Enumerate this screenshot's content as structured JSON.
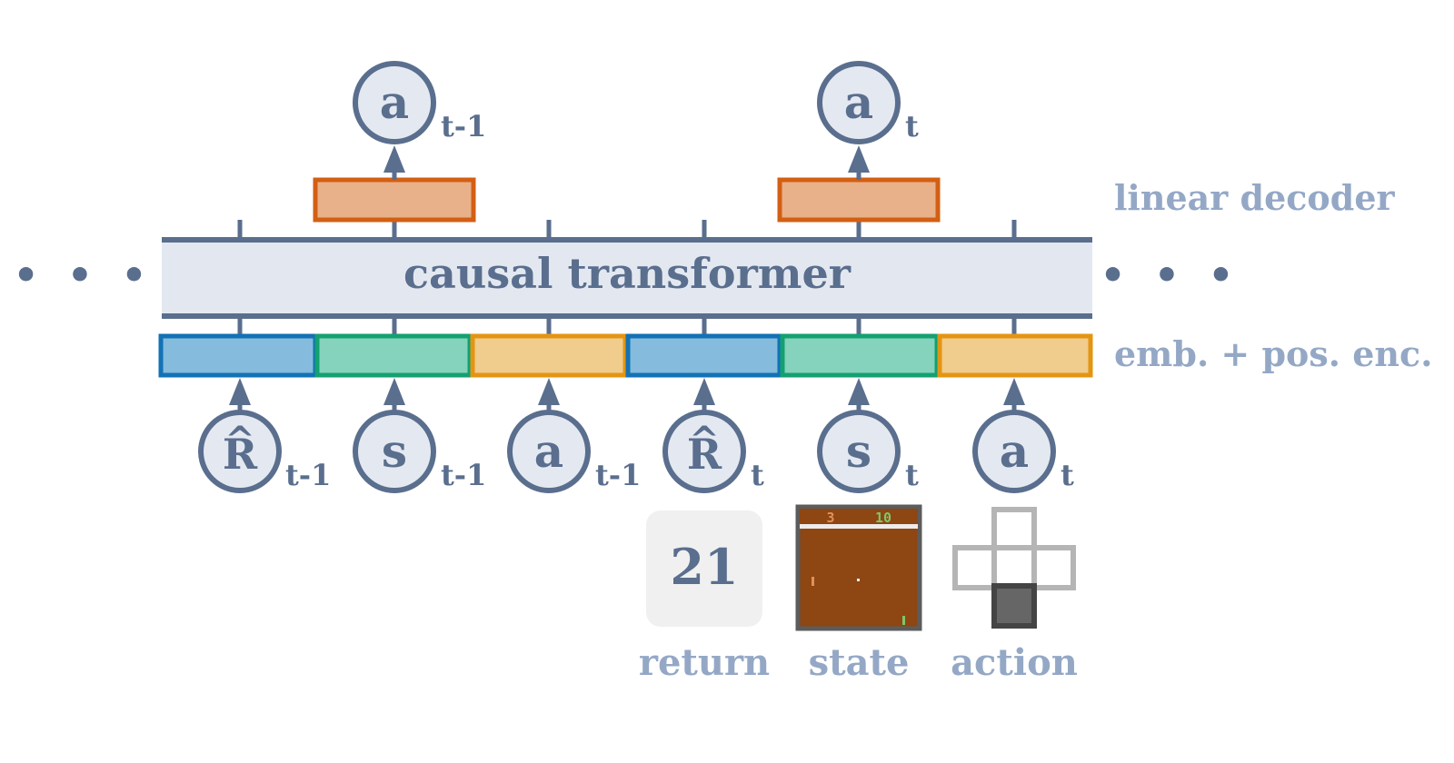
{
  "colors": {
    "line": "#5a6e8e",
    "light_text": "#94a8c6",
    "circle_fill": "#e4e9f1",
    "transformer_fill": "#e3e8f0",
    "return_blue_fill": "#85bbdc",
    "return_blue_stroke": "#1272b5",
    "state_green_fill": "#85d3bc",
    "state_green_stroke": "#14a071",
    "action_yellow_fill": "#f0cc8d",
    "action_yellow_stroke": "#e39512",
    "decoder_fill": "#e8b189",
    "decoder_stroke": "#d35f13",
    "return_card_fill": "#f0f0f0",
    "pong_bg": "#8e4612",
    "pong_border": "#5c5c5c",
    "dpad_outline": "#b5b5b5",
    "dpad_selected": "#666666"
  },
  "transformer": {
    "label": "causal transformer"
  },
  "ellipsis": {
    "left": "• • •",
    "right": "• • •"
  },
  "side_labels": {
    "decoder": "linear decoder",
    "embedding": "emb. + pos. enc."
  },
  "inputs": [
    {
      "symbol": "R",
      "hat": "^",
      "subscript": "t-1",
      "kind": "return"
    },
    {
      "symbol": "s",
      "subscript": "t-1",
      "kind": "state"
    },
    {
      "symbol": "a",
      "subscript": "t-1",
      "kind": "action"
    },
    {
      "symbol": "R",
      "hat": "^",
      "subscript": "t",
      "kind": "return"
    },
    {
      "symbol": "s",
      "subscript": "t",
      "kind": "state"
    },
    {
      "symbol": "a",
      "subscript": "t",
      "kind": "action"
    }
  ],
  "outputs": [
    {
      "symbol": "a",
      "subscript": "t-1"
    },
    {
      "symbol": "a",
      "subscript": "t"
    }
  ],
  "examples": {
    "return_value": "21",
    "return_label": "return",
    "state_label": "state",
    "action_label": "action",
    "pong_score_left": "3",
    "pong_score_right": "10"
  }
}
